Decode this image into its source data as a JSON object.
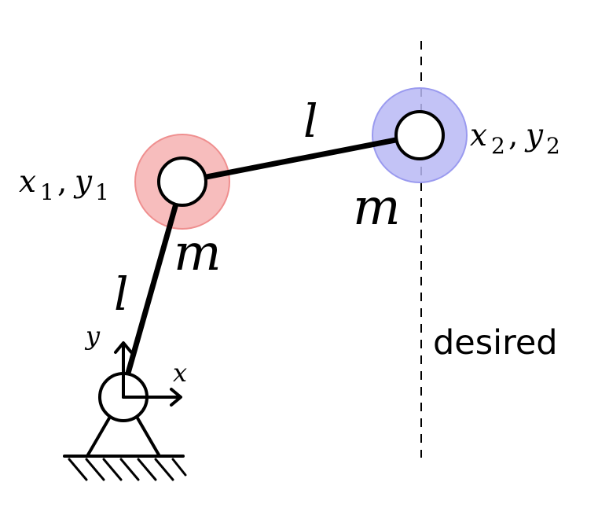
{
  "diagram": {
    "labels": {
      "joint1_x": "x",
      "joint1_x_sub": "1",
      "joint1_comma": ",",
      "joint1_y": "y",
      "joint1_y_sub": "1",
      "joint2_x": "x",
      "joint2_x_sub": "2",
      "joint2_comma": ",",
      "joint2_y": "y",
      "joint2_y_sub": "2",
      "link1_length": "l",
      "link2_length": "l",
      "mass1": "m",
      "mass2": "m",
      "axis_x": "x",
      "axis_y": "y",
      "target_line": "desired"
    },
    "colors": {
      "joint1_halo": "#f4a7a7",
      "joint1_halo_stroke": "#ef8f8f",
      "joint2_halo": "#b8b8f4",
      "joint2_halo_stroke": "#9a9aef",
      "link": "#000000",
      "dashed_line": "#000000"
    }
  }
}
